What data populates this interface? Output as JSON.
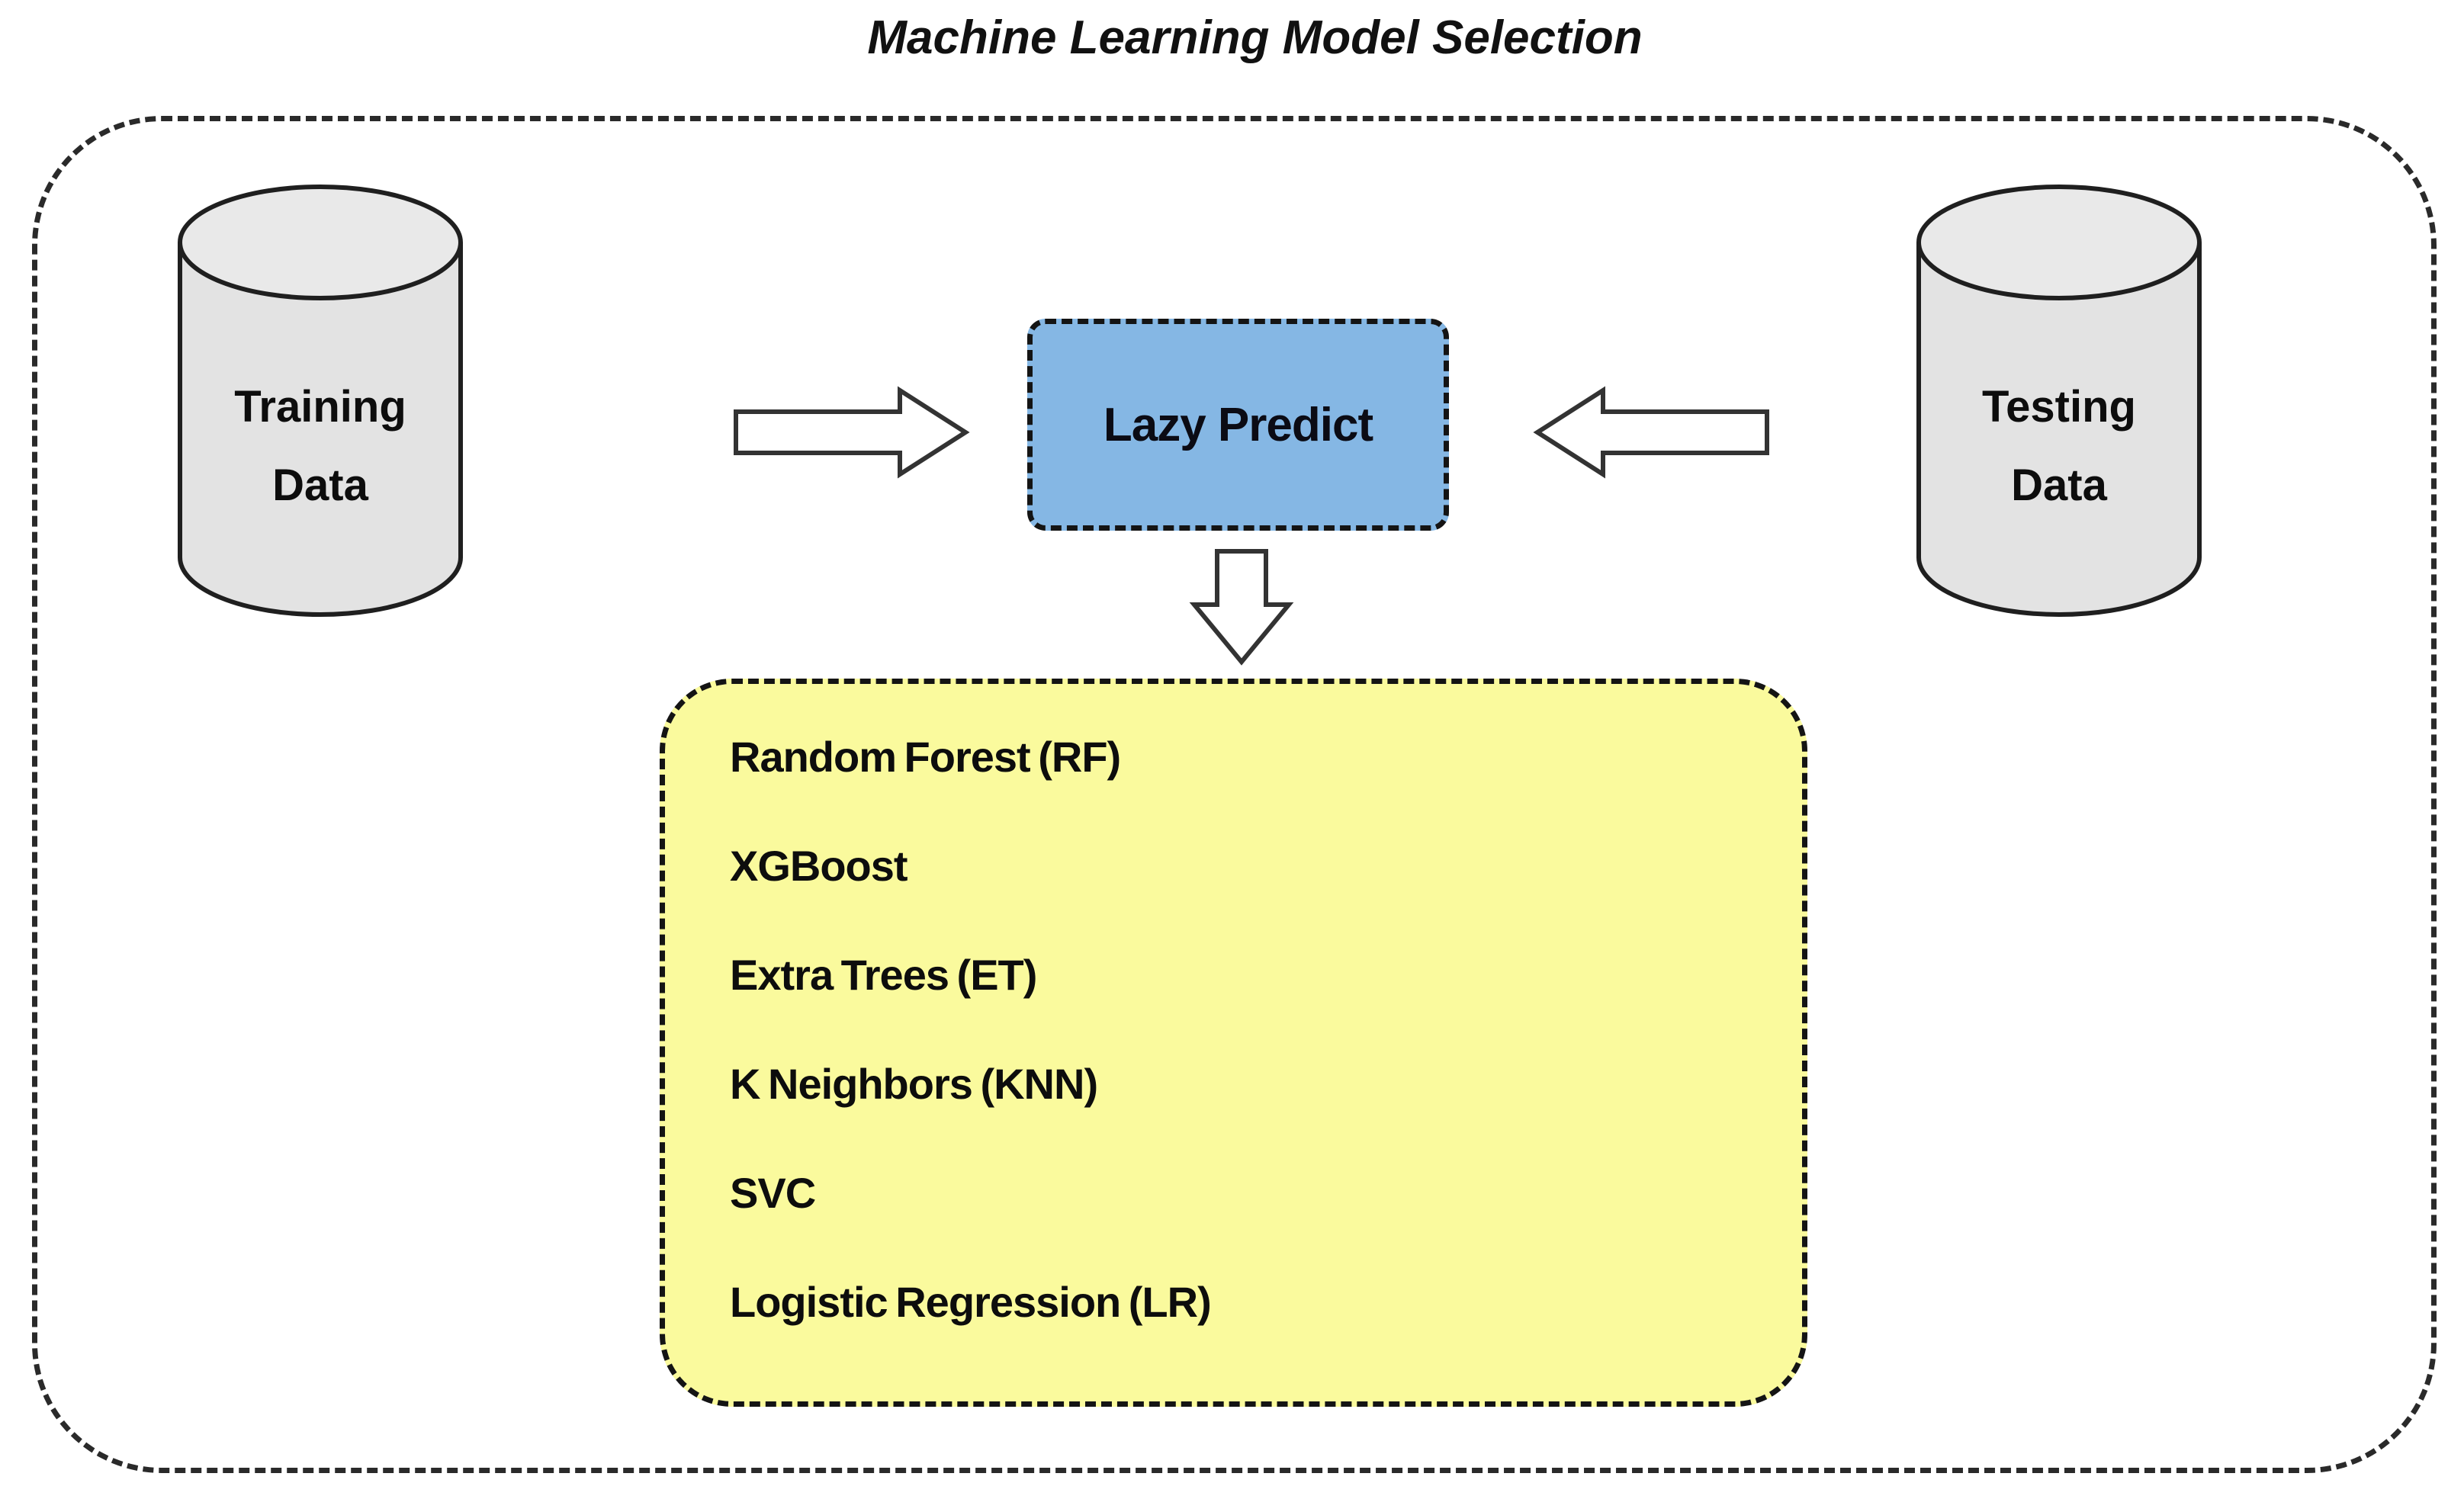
{
  "title": "Machine Learning Model Selection",
  "training_data": {
    "line1": "Training",
    "line2": "Data"
  },
  "testing_data": {
    "line1": "Testing",
    "line2": "Data"
  },
  "processor": {
    "label": "Lazy Predict"
  },
  "models": {
    "items": [
      "Random Forest (RF)",
      "XGBoost",
      "Extra Trees (ET)",
      "K Neighbors (KNN)",
      "SVC",
      "Logistic Regression (LR)"
    ]
  },
  "colors": {
    "processor_fill": "#85b7e4",
    "models_fill": "#fafa9d",
    "cylinder_body_fill": "#e3e3e3",
    "cylinder_top_fill": "#e9e9e9",
    "outline_dark": "#1f1f1f",
    "arrow_stroke": "#333333",
    "arrow_fill": "#ffffff",
    "text_color": "#0d0d0d"
  }
}
